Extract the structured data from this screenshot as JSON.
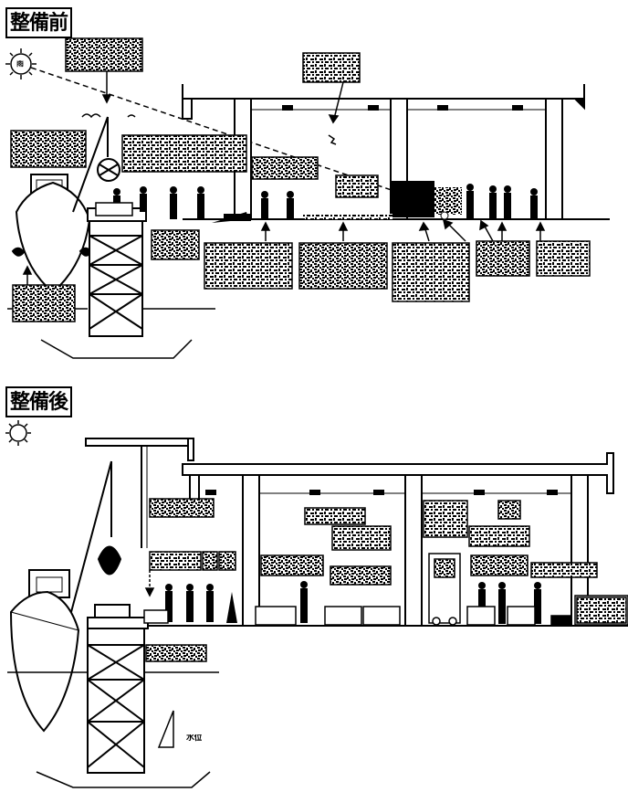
{
  "before": {
    "title": "整備前",
    "sun_label": "雨"
  },
  "after": {
    "title": "整備後",
    "sun_label": "",
    "water_level": "水位"
  },
  "colors": {
    "ink": "#000000",
    "paper": "#ffffff"
  }
}
